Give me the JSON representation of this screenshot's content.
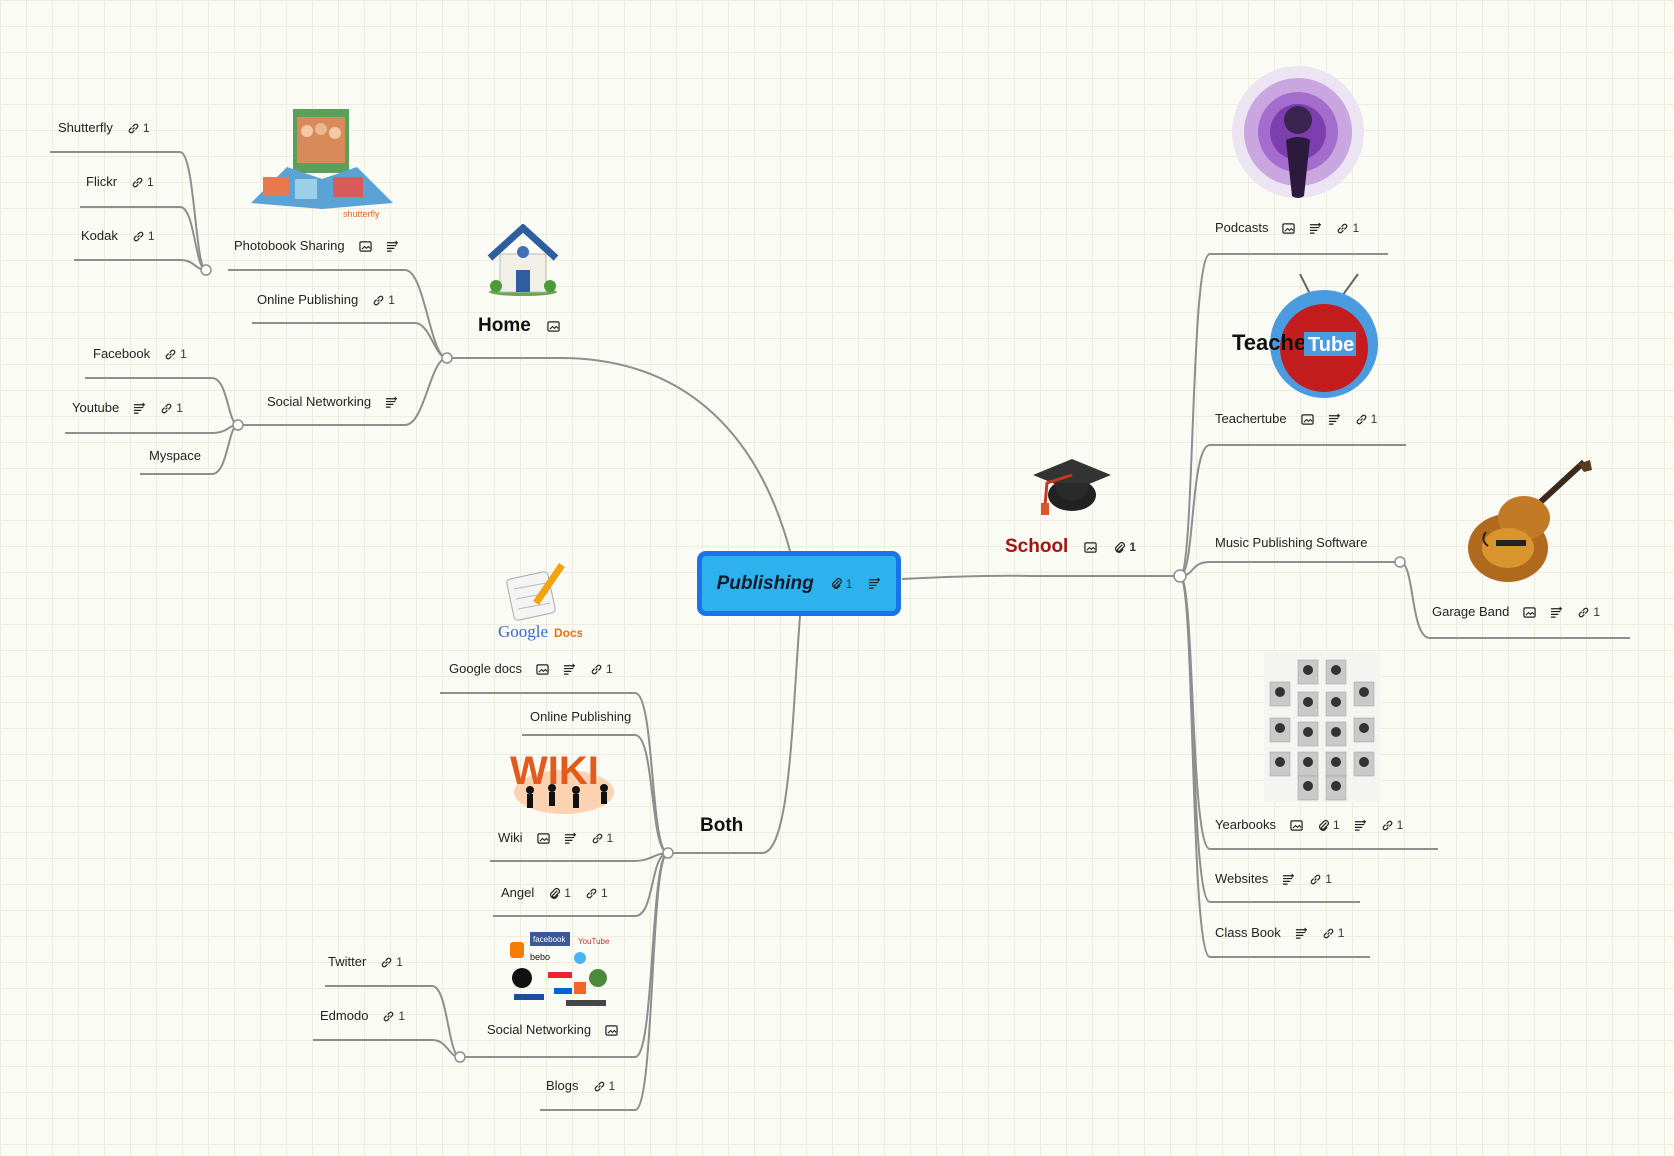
{
  "central": {
    "label": "Publishing",
    "attachments": "1"
  },
  "home": {
    "label": "Home",
    "children": [
      {
        "label": "Photobook Sharing",
        "children": [
          {
            "label": "Shutterfly",
            "links": "1"
          },
          {
            "label": "Flickr",
            "links": "1"
          },
          {
            "label": "Kodak",
            "links": "1"
          }
        ]
      },
      {
        "label": "Online Publishing",
        "links": "1"
      },
      {
        "label": "Social Networking",
        "children": [
          {
            "label": "Facebook",
            "links": "1"
          },
          {
            "label": "Youtube",
            "links": "1"
          },
          {
            "label": "Myspace"
          }
        ]
      }
    ]
  },
  "school": {
    "label": "School",
    "links": "1",
    "children": [
      {
        "label": "Podcasts",
        "links": "1"
      },
      {
        "label": "Teachertube",
        "links": "1"
      },
      {
        "label": "Music Publishing Software",
        "children": [
          {
            "label": "Garage Band",
            "links": "1"
          }
        ]
      },
      {
        "label": "Yearbooks",
        "attachments": "1",
        "links": "1"
      },
      {
        "label": "Websites",
        "links": "1"
      },
      {
        "label": "Class Book",
        "links": "1"
      }
    ]
  },
  "both": {
    "label": "Both",
    "children": [
      {
        "label": "Google docs",
        "links": "1"
      },
      {
        "label": "Online Publishing"
      },
      {
        "label": "Wiki",
        "links": "1"
      },
      {
        "label": "Angel",
        "attachments": "1",
        "links": "1"
      },
      {
        "label": "Social Networking",
        "children": [
          {
            "label": "Twitter",
            "links": "1"
          },
          {
            "label": "Edmodo",
            "links": "1"
          }
        ]
      },
      {
        "label": "Blogs",
        "links": "1"
      }
    ]
  },
  "images": {
    "photobook_logo": "shutterfly",
    "teachertube_word1": "Teacher",
    "teachertube_word2": "Tube",
    "google_word": "Google",
    "docs_word": "Docs",
    "wiki_word": "WIKI",
    "social_facebook": "facebook",
    "social_youtube": "YouTube",
    "social_bebo": "bebo"
  },
  "colors": {
    "central_fill": "#2eb2ee",
    "central_border": "#1a73e8",
    "branch_line": "#8e8e8e",
    "school_label": "#a11414",
    "grid": "#ececdf"
  },
  "icons": [
    "attachment-icon",
    "notes-icon",
    "image-icon",
    "link-icon"
  ]
}
